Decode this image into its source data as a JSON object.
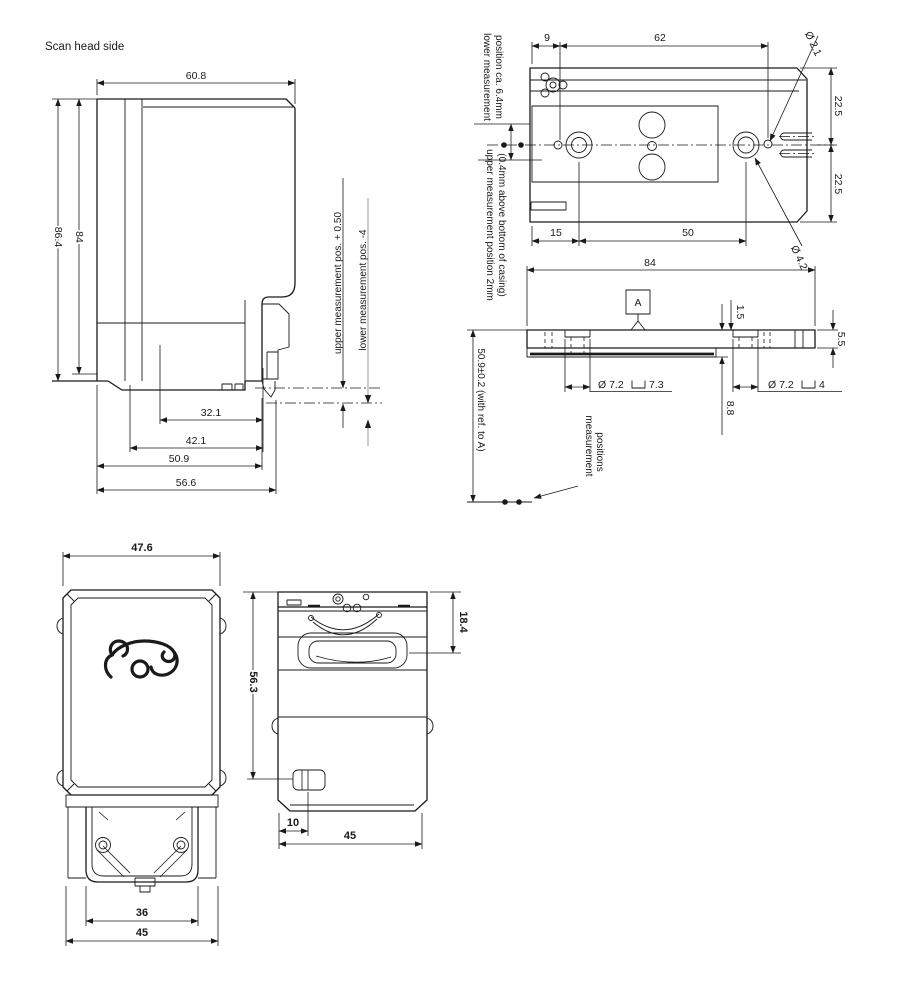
{
  "colors": {
    "ink": "#1a1a1a",
    "gray": "#8f8f8f",
    "bg": "#ffffff"
  },
  "v1": {
    "title": "Scan head side",
    "dim_top": "60.8",
    "dim_h1": "86.4",
    "dim_h2": "84",
    "dim_b1": "32.1",
    "dim_b2": "42.1",
    "dim_b3": "50.9",
    "dim_b4": "56.6",
    "upper_pos": "upper measurement pos. + 0.50",
    "lower_pos": "lower measurement pos. -4"
  },
  "v2": {
    "dim_9": "9",
    "dim_62": "62",
    "dim_225_top": "22.5",
    "dim_225_bot": "22.5",
    "dim_15": "15",
    "dim_50": "50",
    "dia_small": "Ø 2.1",
    "dia_large": "Ø 4.2",
    "lower_label_1": "lower measurement",
    "lower_label_2": "position ca. 6.4mm",
    "upper_label_1": "upper measurement position 2mm",
    "upper_label_2": "(0.4mm above bottom of casing)"
  },
  "v3": {
    "dim_84": "84",
    "datum": "A",
    "dim_15": "1.5",
    "dim_55": "5.5",
    "dim_88": "8.8",
    "cb_left_dia": "Ø 7.2",
    "cb_left_depth": "7.3",
    "cb_right_dia": "Ø 7.2",
    "cb_right_depth": "4",
    "dim_509": "50.9±0.2 (with ref. to A)",
    "meas_label_1": "measurement",
    "meas_label_2": "positions"
  },
  "v4": {
    "dim_width": "47.6",
    "dim_height": "56.3",
    "dim_36": "36",
    "dim_45": "45"
  },
  "v5": {
    "dim_184": "18.4",
    "dim_10": "10",
    "dim_45": "45"
  }
}
